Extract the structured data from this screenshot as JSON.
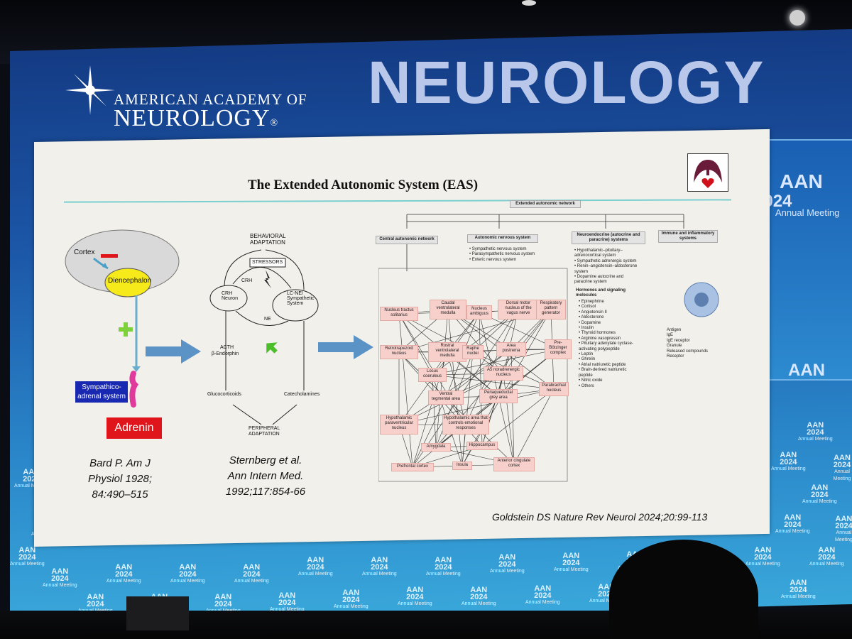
{
  "banner": {
    "org_line1": "AMERICAN ACADEMY OF",
    "org_line2": "NEUROLOGY",
    "registered": "®",
    "title": "NEUROLOGY",
    "side_aan": "AAN",
    "side_year": "2024",
    "side_sub": "Annual Meeting"
  },
  "slide": {
    "title": "The Extended Autonomic System (EAS)",
    "left_diagram": {
      "cortex": "Cortex",
      "diencephalon": "Diencephalon",
      "sympathico": "Sympathico-adrenal system",
      "adrenin": "Adrenin",
      "citation_lines": [
        "Bard P. Am J",
        "Physiol 1928;",
        "84:490–515"
      ]
    },
    "mid_diagram": {
      "behavioral": "BEHAVIORAL",
      "adaptation": "ADAPTATION",
      "stressors": "STRESSORS",
      "crh": "CRH",
      "crh_neuron_1": "CRH",
      "crh_neuron_2": "Neuron",
      "lc_1": "LC-NE/",
      "lc_2": "Sympathetic",
      "lc_3": "System",
      "ne": "NE",
      "acth": "ACTH",
      "endorphin": "β-Endorphin",
      "glucocorticoids": "Glucocorticoids",
      "catecholamines": "Catecholamines",
      "peripheral": "PERIPHERAL",
      "adaptation2": "ADAPTATION",
      "citation_lines": [
        "Sternberg et al.",
        "Ann Intern Med.",
        "1992;117:854-66"
      ]
    },
    "network": {
      "top": "Extended autonomic network",
      "central": "Central autonomic network",
      "ans": "Autonomic nervous system",
      "ans_items": [
        "• Sympathetic nervous system",
        "• Parasympathetic nervous system",
        "• Enteric nervous system"
      ],
      "neuroendocrine": "Neuroendocrine (autocrine and paracrine) systems",
      "neuro_items": [
        "• Hypothalamic–pituitary–",
        "  adrenocortical system",
        "• Sympathetic adrenergic system",
        "• Renin–angiotensin–aldosterone",
        "  system",
        "• Dopamine autocrine and",
        "  paracrine system"
      ],
      "hormones_title": "Hormones and signaling molecules",
      "hormones": [
        "• Epinephrine",
        "• Cortisol",
        "• Angiotensin II",
        "• Aldosterone",
        "• Dopamine",
        "• Insulin",
        "• Thyroid hormones",
        "• Arginine vasopressin",
        "• Pituitary adenylate cyclase-",
        "  activating polypeptide",
        "• Leptin",
        "• Ghrelin",
        "• Atrial natriuretic peptide",
        "• Brain-derived natriuretic",
        "  peptide",
        "• Nitric oxide",
        "• Others"
      ],
      "immune": "Immune and inflammatory systems",
      "legend": [
        "Antigen",
        "IgE",
        "IgE receptor",
        "Granule",
        "Released compounds",
        "Receptor"
      ],
      "nuclei": [
        "Nucleus tractus solitarius",
        "Caudal ventrolateral medulla",
        "Nucleus ambiguus",
        "Dorsal motor nucleus of the vagus nerve",
        "Respiratory pattern generator",
        "Retrotrapezoid nucleus",
        "Rostral ventrolateral medulla",
        "Raphe nuclei",
        "Area postrema",
        "Pre-Bötzinger complex",
        "Locus coeruleus",
        "A5 noradrenergic nucleus",
        "Ventral tegmental area",
        "Periaqueductal grey area",
        "Parabrachial nucleus",
        "Hypothalamic paraventricular nucleus",
        "Hypothalamic area that controls emotional responses",
        "Amygdala",
        "Hippocampus",
        "Prefrontal cortex",
        "Insula",
        "Anterior cingulate cortex"
      ]
    },
    "citation": "Goldstein DS Nature Rev Neurol 2024;20:99-113"
  },
  "watermark": {
    "aan": "AAN",
    "year": "2024",
    "sub": "Annual Meeting"
  },
  "colors": {
    "screen_blue": "#1c57a8",
    "adrenin_red": "#e0141b",
    "sympathico_blue": "#1828b0",
    "accent_teal": "#7bcfd0",
    "nucleus_pink": "#f7d0cc"
  }
}
